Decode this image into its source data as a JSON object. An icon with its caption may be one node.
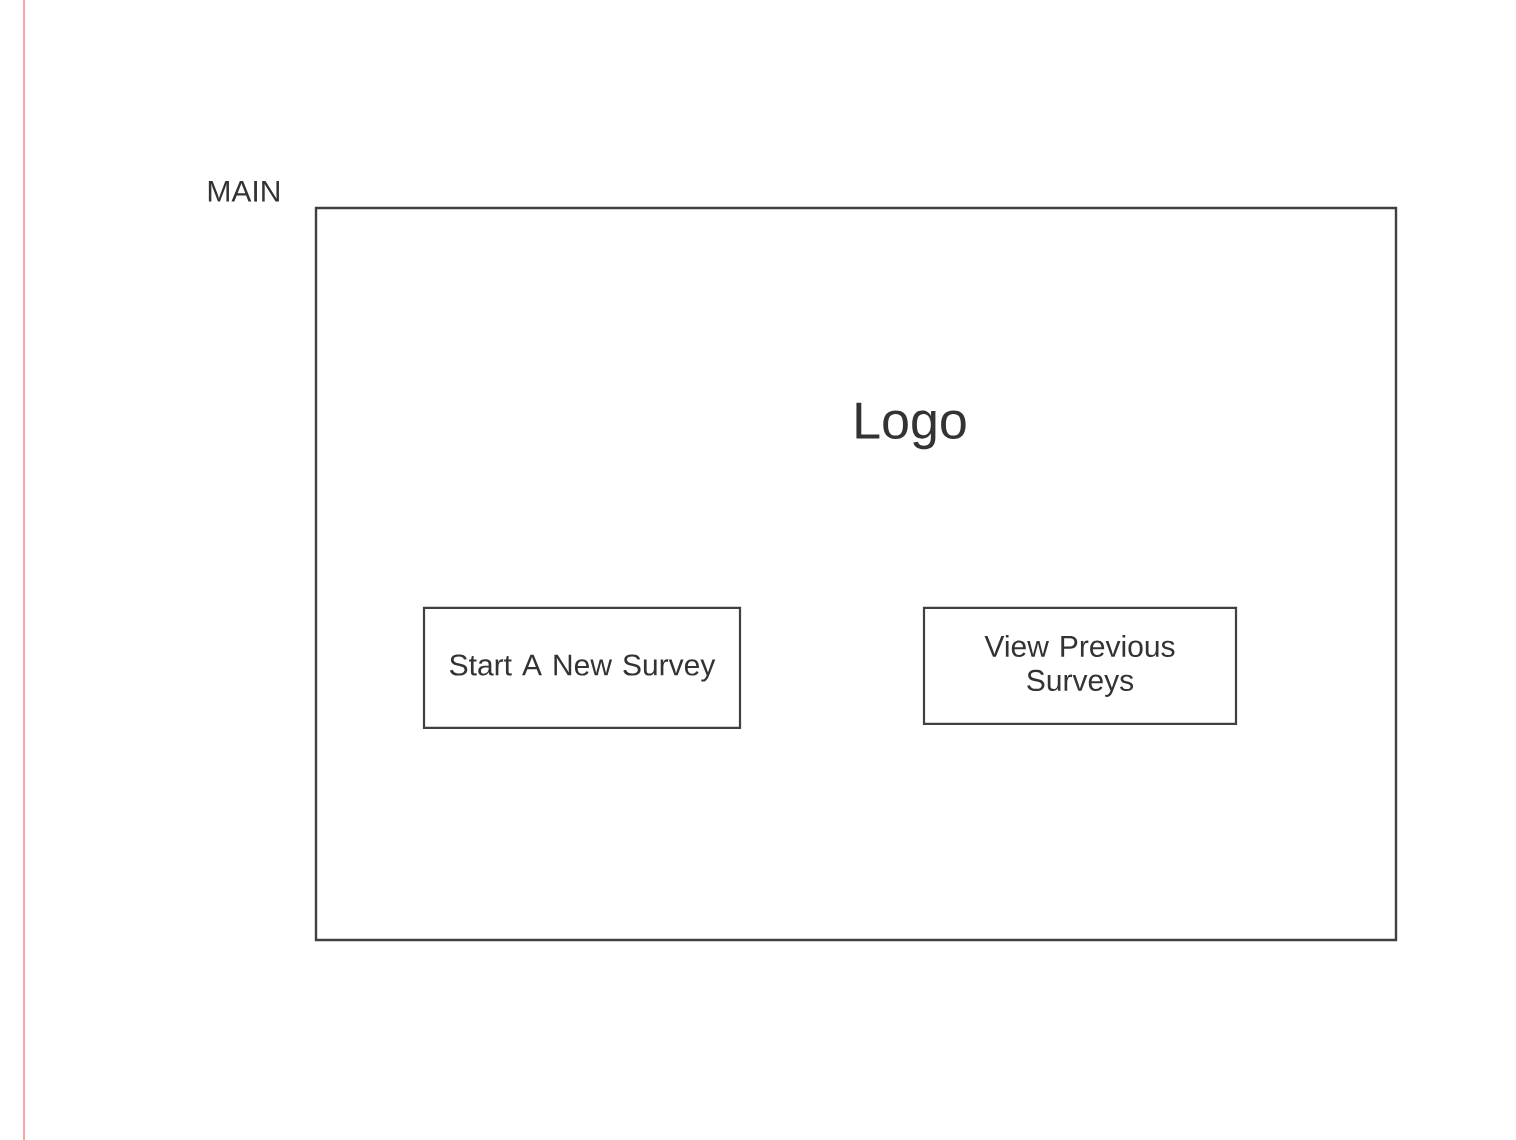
{
  "diagram": {
    "nodes": [
      {
        "text": [
          "MAIN",
          "Logo"
        ]
      },
      {
        "text": [
          "Start A New Survey"
        ],
        "in": 0
      },
      {
        "text": [
          "View Previous Surveys"
        ],
        "in": 0
      }
    ]
  }
}
